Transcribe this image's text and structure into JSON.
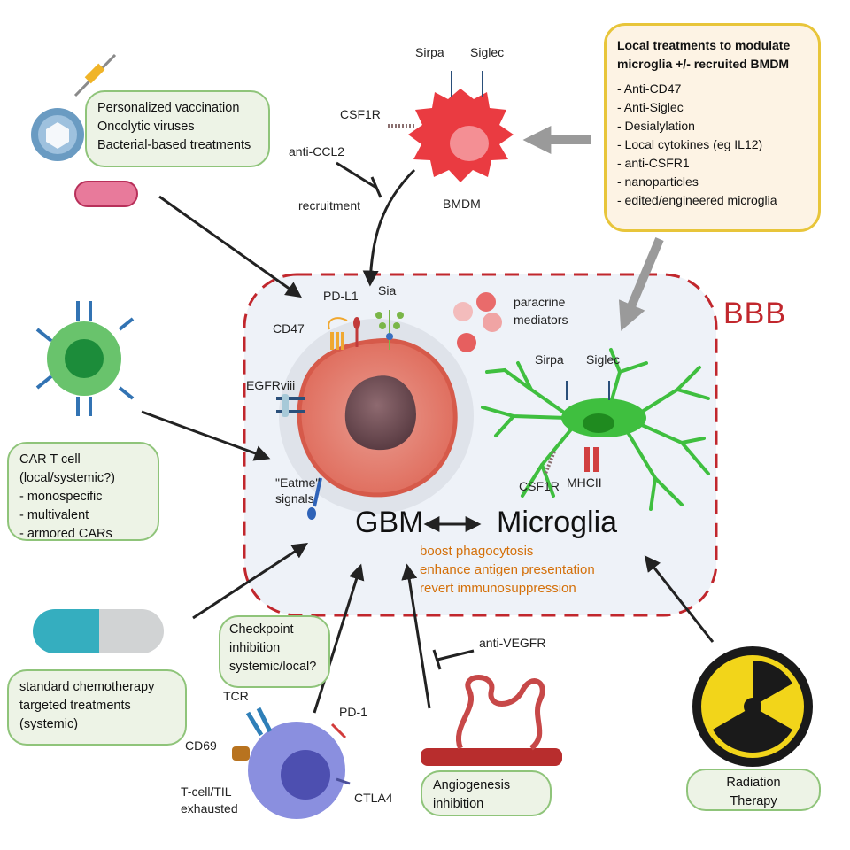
{
  "center": {
    "gbm": "GBM",
    "microglia": "Microglia",
    "bbb": "BBB",
    "goals": [
      "boost phagocytosis",
      "enhance antigen presentation",
      "revert immunosuppression"
    ],
    "paracrine": [
      "paracrine",
      "mediators"
    ]
  },
  "tumor_labels": {
    "pd_l1": "PD-L1",
    "sia": "Sia",
    "cd47": "CD47",
    "egfrviii": "EGFRviii",
    "eatme": [
      "\"Eatme\"",
      "signals"
    ]
  },
  "microglia_labels": {
    "sirpa": "Sirpa",
    "siglec": "Siglec",
    "csf1r": "CSF1R",
    "mhcii": "MHCII"
  },
  "bmdm": {
    "sirpa": "Sirpa",
    "siglec": "Siglec",
    "csf1r": "CSF1R",
    "name": "BMDM",
    "anti_ccl2": "anti-CCL2",
    "recruitment": "recruitment"
  },
  "local_treatments": {
    "title": [
      "Local treatments to modulate",
      "microglia +/- recruited BMDM"
    ],
    "items": [
      "- Anti-CD47",
      "- Anti-Siglec",
      "- Desialylation",
      "- Local cytokines (eg IL12)",
      "- anti-CSFR1",
      "- nanoparticles",
      "- edited/engineered microglia"
    ]
  },
  "vaccination_box": [
    "Personalized vaccination",
    "Oncolytic viruses",
    "Bacterial-based treatments"
  ],
  "car_box": [
    "CAR T cell",
    "(local/systemic?)",
    "- monospecific",
    "- multivalent",
    "- armored CARs"
  ],
  "chemo_box": [
    "standard chemotherapy",
    "targeted treatments",
    "(systemic)"
  ],
  "checkpoint_box": [
    "Checkpoint",
    "inhibition",
    "systemic/local?"
  ],
  "tcell": {
    "tcr": "TCR",
    "pd1": "PD-1",
    "cd69": "CD69",
    "ctla4": "CTLA4",
    "name": [
      "T-cell/TIL",
      "exhausted"
    ]
  },
  "angio": {
    "anti_vegfr": "anti-VEGFR",
    "box": [
      "Angiogenesis",
      "inhibition"
    ]
  },
  "radiation_box": [
    "Radiation",
    "Therapy"
  ],
  "colors": {
    "bbb_border": "#c1272d",
    "green_box_border": "#8fc47a",
    "yellow_box_border": "#e8c53a",
    "goal_text": "#d4700a",
    "microglia": "#3fbf3f",
    "bmdm": "#e5363c",
    "tumor": "#e4857a"
  }
}
